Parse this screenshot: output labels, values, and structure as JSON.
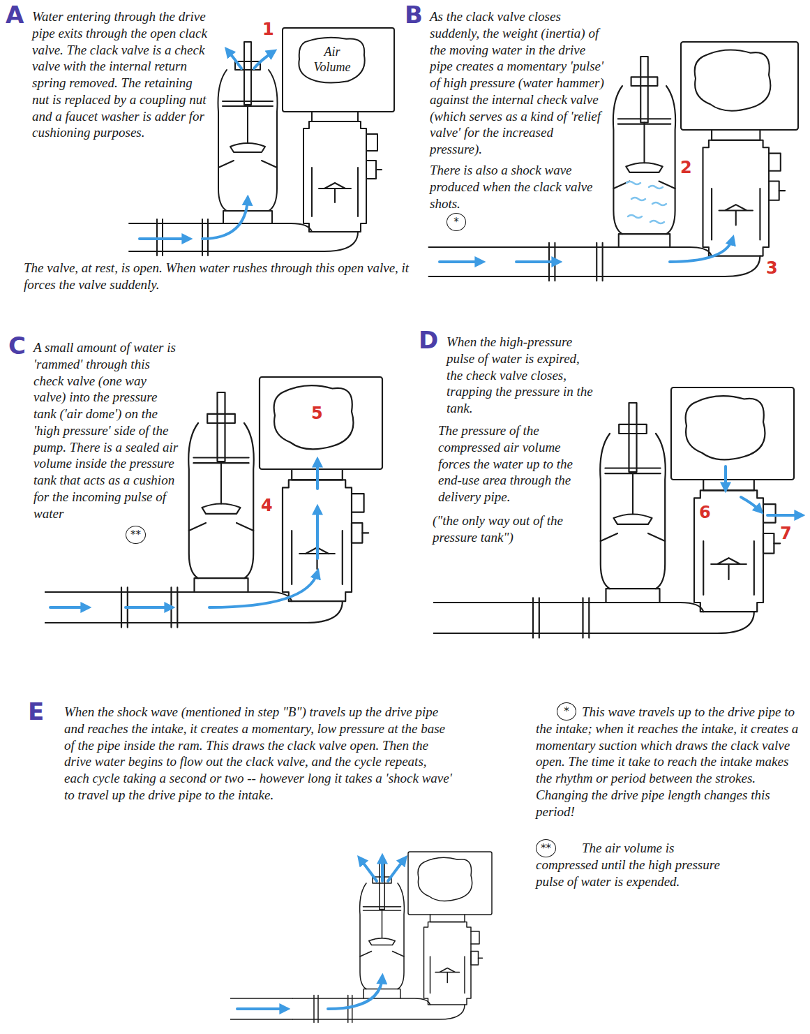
{
  "diagram": {
    "nodes": [
      {
        "text": [
          "Air Volume"
        ]
      }
    ],
    "labels": [
      "A",
      "Water entering through the drive pipe exits through the open clack valve. The clack valve is a check valve with the internal return spring removed. The retaining nut is replaced by a coupling nut and a faucet washer is adder for cushioning purposes.",
      "The valve, at rest, is open. When water rushes through this open valve, it forces the valve suddenly.",
      "1",
      "B",
      "As the clack valve closes suddenly, the weight (inertia) of the moving water in the drive pipe creates a momentary 'pulse' of high pressure (water hammer) against the internal check valve (which serves as a kind of 'relief valve' for the increased pressure).",
      "There is also a shock wave produced when the clack valve shots.",
      "*",
      "2",
      "3",
      "C",
      "A small amount of water is 'rammed' through this check valve (one way valve) into the pressure tank ('air dome') on the 'high pressure' side of the pump. There is a sealed air volume inside the pressure tank that acts as a cushion for the incoming pulse of water",
      "**",
      "4",
      "5",
      "D",
      "When the high-pressure pulse of water is expired, the check valve closes, trapping the pressure in the tank.",
      "The pressure of the compressed air volume forces the water up to the end-use area through the delivery pipe.",
      "(\"the only way out of the pressure tank\")",
      "6",
      "7",
      "E",
      "When the shock wave (mentioned in step \"B\") travels up the drive pipe and reaches the intake, it creates a momentary, low pressure at the base of the pipe inside the ram. This draws the clack valve open. Then the drive water begins to flow out the clack valve, and the cycle repeats, each cycle taking a second or two -- however long it takes a 'shock wave' to travel up the drive pipe to the intake.",
      "*",
      "This wave travels up to the drive pipe to the intake; when it reaches the intake, it creates a momentary suction which draws the clack valve open. The time it take to reach the intake makes the rhythm or period between the strokes. Changing the drive pipe length changes this period!",
      "**",
      "The air volume is compressed until the high pressure pulse of water is expended."
    ]
  }
}
